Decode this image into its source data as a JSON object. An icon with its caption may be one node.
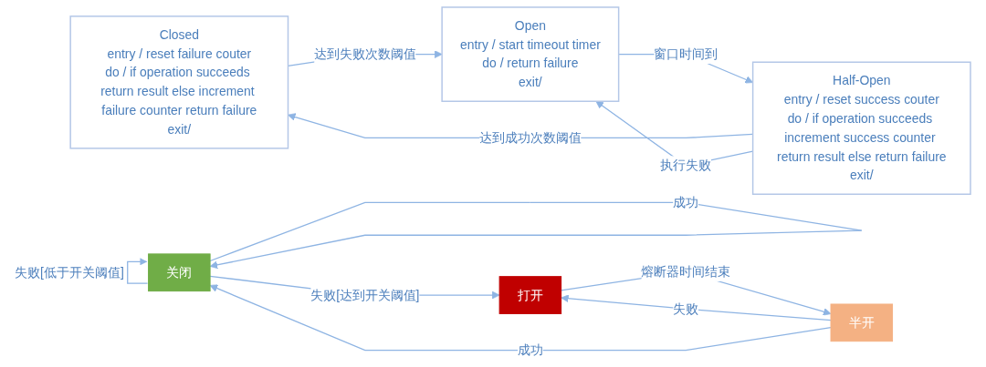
{
  "diagram": {
    "nodes": [
      {
        "text": [
          "Closed",
          "entry / reset failure couter",
          "do / if operation succeeds return result else increment failure counter return failure",
          "exit/"
        ]
      },
      {
        "text": [
          "Half-Open",
          "entry / reset success couter",
          "do / if operation succeeds increment success counter return result else return failure",
          "exit/"
        ]
      },
      {
        "text": [
          "Open",
          "entry / start timeout timer",
          "do / return failure",
          "exit/"
        ]
      },
      {
        "text": [
          "关闭"
        ]
      },
      {
        "text": [
          "打开"
        ]
      },
      {
        "text": [
          "半开"
        ]
      }
    ],
    "edges": [
      {
        "from": 1,
        "to": 0,
        "arrow": "to",
        "label": "达到成功次数阈值"
      },
      {
        "from": 0,
        "to": 2,
        "arrow": "to",
        "label": "达到失败次数阈值"
      },
      {
        "from": 2,
        "to": 1,
        "arrow": "to",
        "label": "窗口时间到"
      },
      {
        "from": 1,
        "to": 2,
        "arrow": "to",
        "label": "执行失败"
      },
      {
        "from": 3,
        "to": 3,
        "arrow": "to",
        "label": "成功"
      },
      {
        "from": 3,
        "to": 3,
        "arrow": "to",
        "label": "失败[低于开关阈值]"
      },
      {
        "from": 3,
        "to": 4,
        "arrow": "to",
        "label": "失败[达到开关阈值]"
      },
      {
        "from": 4,
        "to": 5,
        "arrow": "to",
        "label": "熔断器时间结束"
      },
      {
        "from": 5,
        "to": 4,
        "arrow": "to",
        "label": "失败"
      },
      {
        "from": 5,
        "to": 3,
        "arrow": "to",
        "label": "成功"
      }
    ]
  }
}
